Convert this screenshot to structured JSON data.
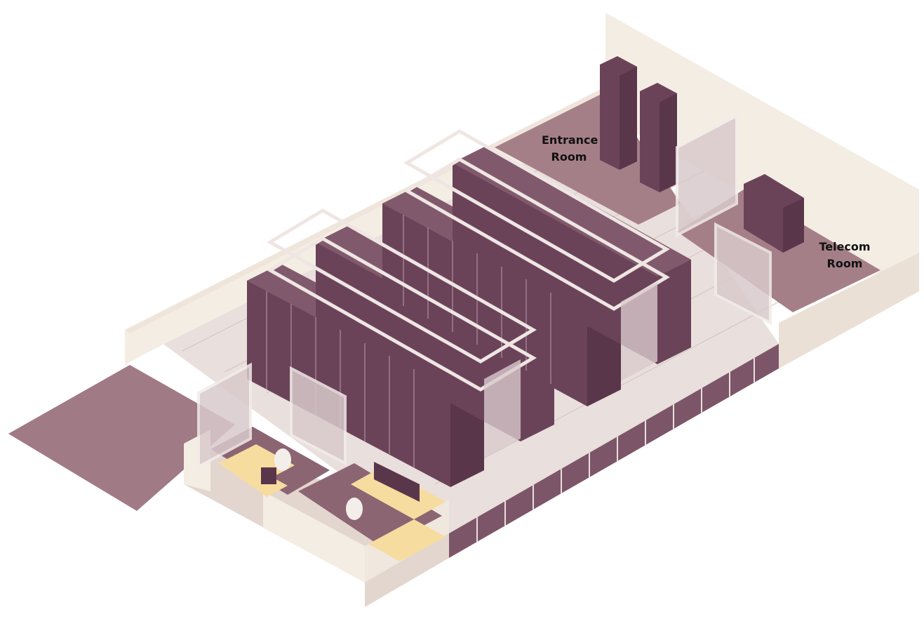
{
  "labels": {
    "entrance_room": {
      "line1": "Entrance",
      "line2": "Room"
    },
    "telecom_room": {
      "line1": "Telecom",
      "line2": "Room"
    }
  },
  "colors": {
    "wall_light": "#f4ede3",
    "wall_shade": "#e3d6cf",
    "floor_room": "#a57f88",
    "floor_dark": "#8c6573",
    "tile": "#e7dcd9",
    "rack": "#6b4359",
    "rack_dark": "#5a364b",
    "rack_top": "#805a6c",
    "glass": "#d9c9cc",
    "desk": "#f7dca0"
  }
}
